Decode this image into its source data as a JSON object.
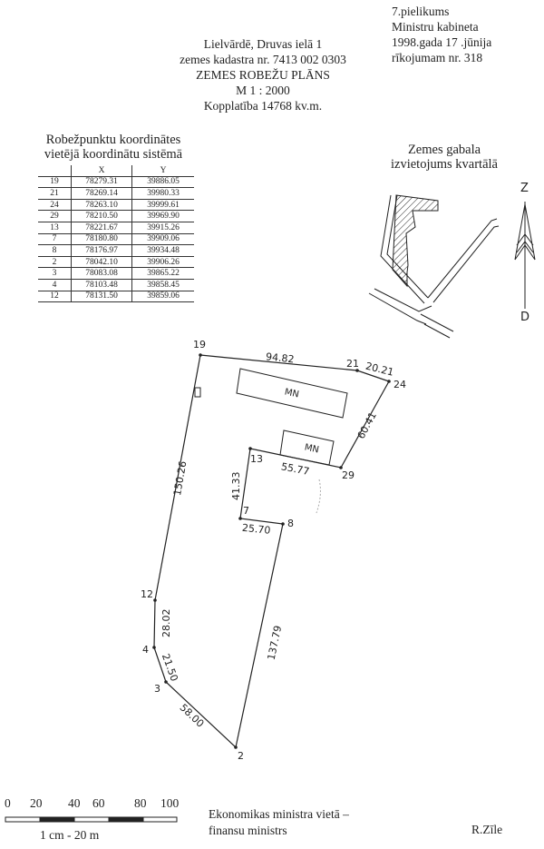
{
  "appendix": {
    "line1": "7.pielikums",
    "line2": "Ministru kabineta",
    "line3": "1998.gada  17 .jūnija",
    "line4": "rīkojumam nr. 318"
  },
  "header": {
    "address": "Lielvārdē, Druvas ielā 1",
    "cadastre": "zemes kadastra nr. 7413 002 0303",
    "title": "ZEMES ROBEŽU PLĀNS",
    "scale": "M 1 : 2000",
    "area": "Kopplatība 14768 kv.m."
  },
  "coord_table": {
    "title1": "Robežpunktu koordinātes",
    "title2": "vietējā koordinātu sistēmā",
    "columns": [
      "",
      "X",
      "Y"
    ],
    "rows": [
      [
        "19",
        "78279.31",
        "39886.05"
      ],
      [
        "21",
        "78269.14",
        "39980.33"
      ],
      [
        "24",
        "78263.10",
        "39999.61"
      ],
      [
        "29",
        "78210.50",
        "39969.90"
      ],
      [
        "13",
        "78221.67",
        "39915.26"
      ],
      [
        "7",
        "78180.80",
        "39909.06"
      ],
      [
        "8",
        "78176.97",
        "39934.48"
      ],
      [
        "2",
        "78042.10",
        "39906.26"
      ],
      [
        "3",
        "78083.08",
        "39865.22"
      ],
      [
        "4",
        "78103.48",
        "39858.45"
      ],
      [
        "12",
        "78131.50",
        "39859.06"
      ]
    ]
  },
  "location": {
    "title1": "Zemes gabala",
    "title2": "izvietojums kvartālā",
    "north": "Z",
    "south": "D"
  },
  "plan": {
    "points": {
      "p19": "19",
      "p21": "21",
      "p24": "24",
      "p29": "29",
      "p13": "13",
      "p7": "7",
      "p8": "8",
      "p2": "2",
      "p3": "3",
      "p4": "4",
      "p12": "12"
    },
    "lengths": {
      "l19_21": "94.82",
      "l21_24": "20.21",
      "l24_29": "60.41",
      "l29_13": "55.77",
      "l13_7": "41.33",
      "l7_8": "25.70",
      "l8_2": "137.79",
      "l2_3": "58.00",
      "l3_4": "21.50",
      "l4_12": "28.02",
      "l12_19": "150.26"
    },
    "building1": "MN",
    "building2": "MN"
  },
  "scale_bar": {
    "ticks": [
      "0",
      "20",
      "40",
      "60",
      "80",
      "100"
    ],
    "unit": "1 cm - 20 m"
  },
  "signature": {
    "role1": "Ekonomikas ministra vietā –",
    "role2": "finansu ministrs",
    "name": "R.Zīle"
  }
}
